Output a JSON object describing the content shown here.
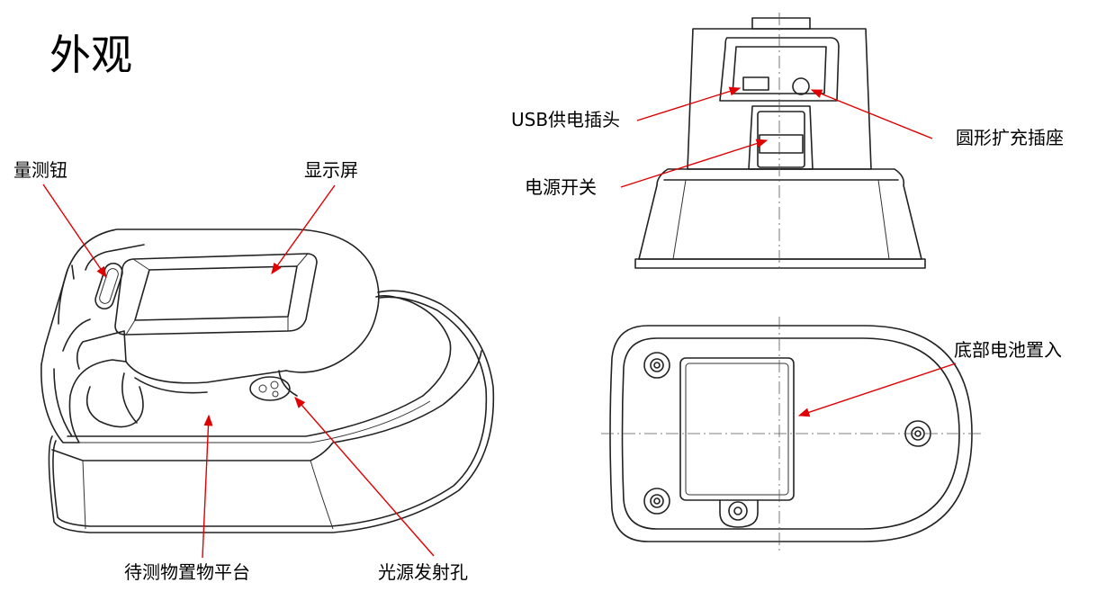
{
  "title": "外观",
  "colors": {
    "leader_line": "#e00000",
    "outline": "#222222",
    "background": "#ffffff"
  },
  "labels": {
    "measure_button": "量测钮",
    "display": "显示屏",
    "platform": "待测物置物平台",
    "light_hole": "光源发射孔",
    "usb": "USB供电插头",
    "round_socket": "圆形扩充插座",
    "power_switch": "电源开关",
    "battery": "底部电池置入"
  }
}
